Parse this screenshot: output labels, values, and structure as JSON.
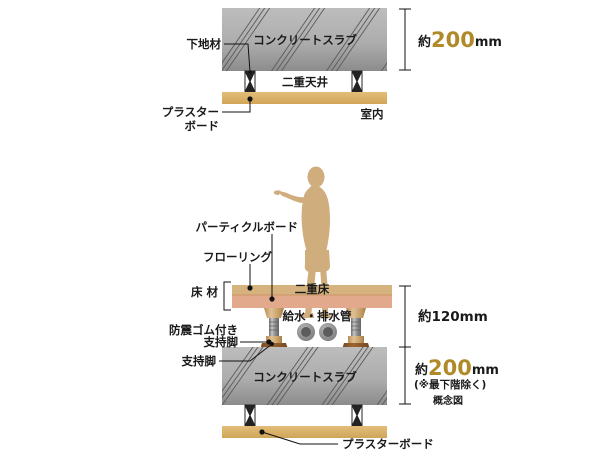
{
  "diagram": {
    "title_caption": "概念図",
    "upper_section": {
      "slab_label": "コンクリートスラブ",
      "ceiling_label": "二重天井",
      "room_label": "室内",
      "base_material_label": "下地材",
      "plasterboard_label_line1": "プラスター",
      "plasterboard_label_line2": "ボード",
      "dimension": {
        "prefix": "約",
        "value": "200",
        "unit": "mm"
      }
    },
    "lower_section": {
      "particleboard_label": "パーティクルボード",
      "flooring_label": "フローリング",
      "floor_material_label": "床 材",
      "double_floor_label": "二重床",
      "pipes_label": "給水・排水管",
      "damping_leg_label_line1": "防震ゴム付き",
      "damping_leg_label_line2": "支持脚",
      "support_leg_label": "支持脚",
      "slab_label": "コンクリートスラブ",
      "plasterboard_label": "プラスターボード",
      "floor_dimension": {
        "prefix": "約",
        "value": "120",
        "unit": "mm",
        "full": "約120mm"
      },
      "slab_dimension": {
        "prefix": "約",
        "value": "200",
        "unit": "mm",
        "note": "(※最下階除く)"
      }
    }
  },
  "colors": {
    "concrete_top": "#b4b4b4",
    "concrete_bottom": "#8e8e8e",
    "hatch_line": "#4f4f4f",
    "plasterboard": "#ddb36a",
    "flooring_top": "#d6b27e",
    "particleboard": "#e2a98c",
    "leg_wood": "#cfa36a",
    "leg_metal": "#9a9a9a",
    "rubber_base": "#8a5a2b",
    "person": "#cfad7d",
    "pipe_outer": "#9b9b9b",
    "pipe_inner": "#5c5c5c",
    "dimension_accent": "#b08a28",
    "text": "#1a1a1a"
  }
}
